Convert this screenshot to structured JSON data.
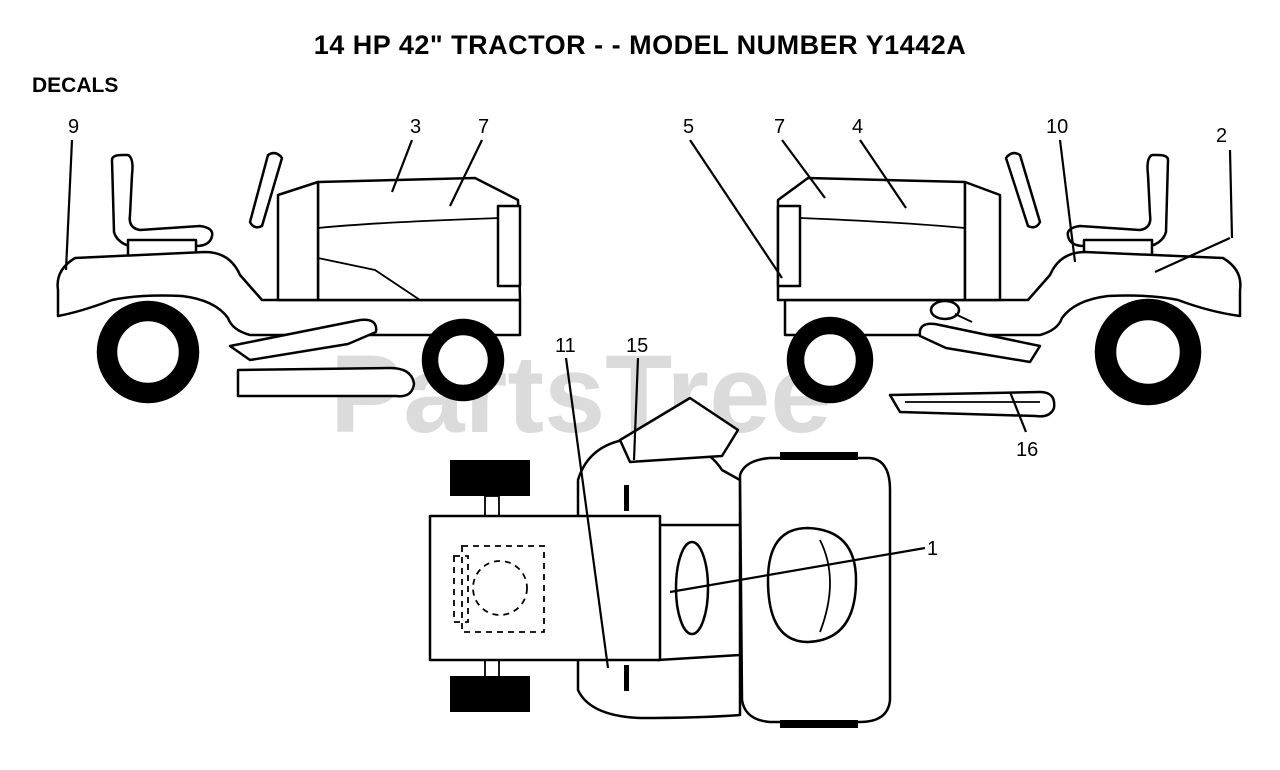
{
  "title": "14 HP 42\" TRACTOR - - MODEL NUMBER Y1442A",
  "section_label": "DECALS",
  "watermark": "PartsTree",
  "callouts": {
    "c1": "1",
    "c2": "2",
    "c3": "3",
    "c4": "4",
    "c5": "5",
    "c7a": "7",
    "c7b": "7",
    "c9": "9",
    "c10": "10",
    "c11": "11",
    "c15": "15",
    "c16": "16"
  }
}
